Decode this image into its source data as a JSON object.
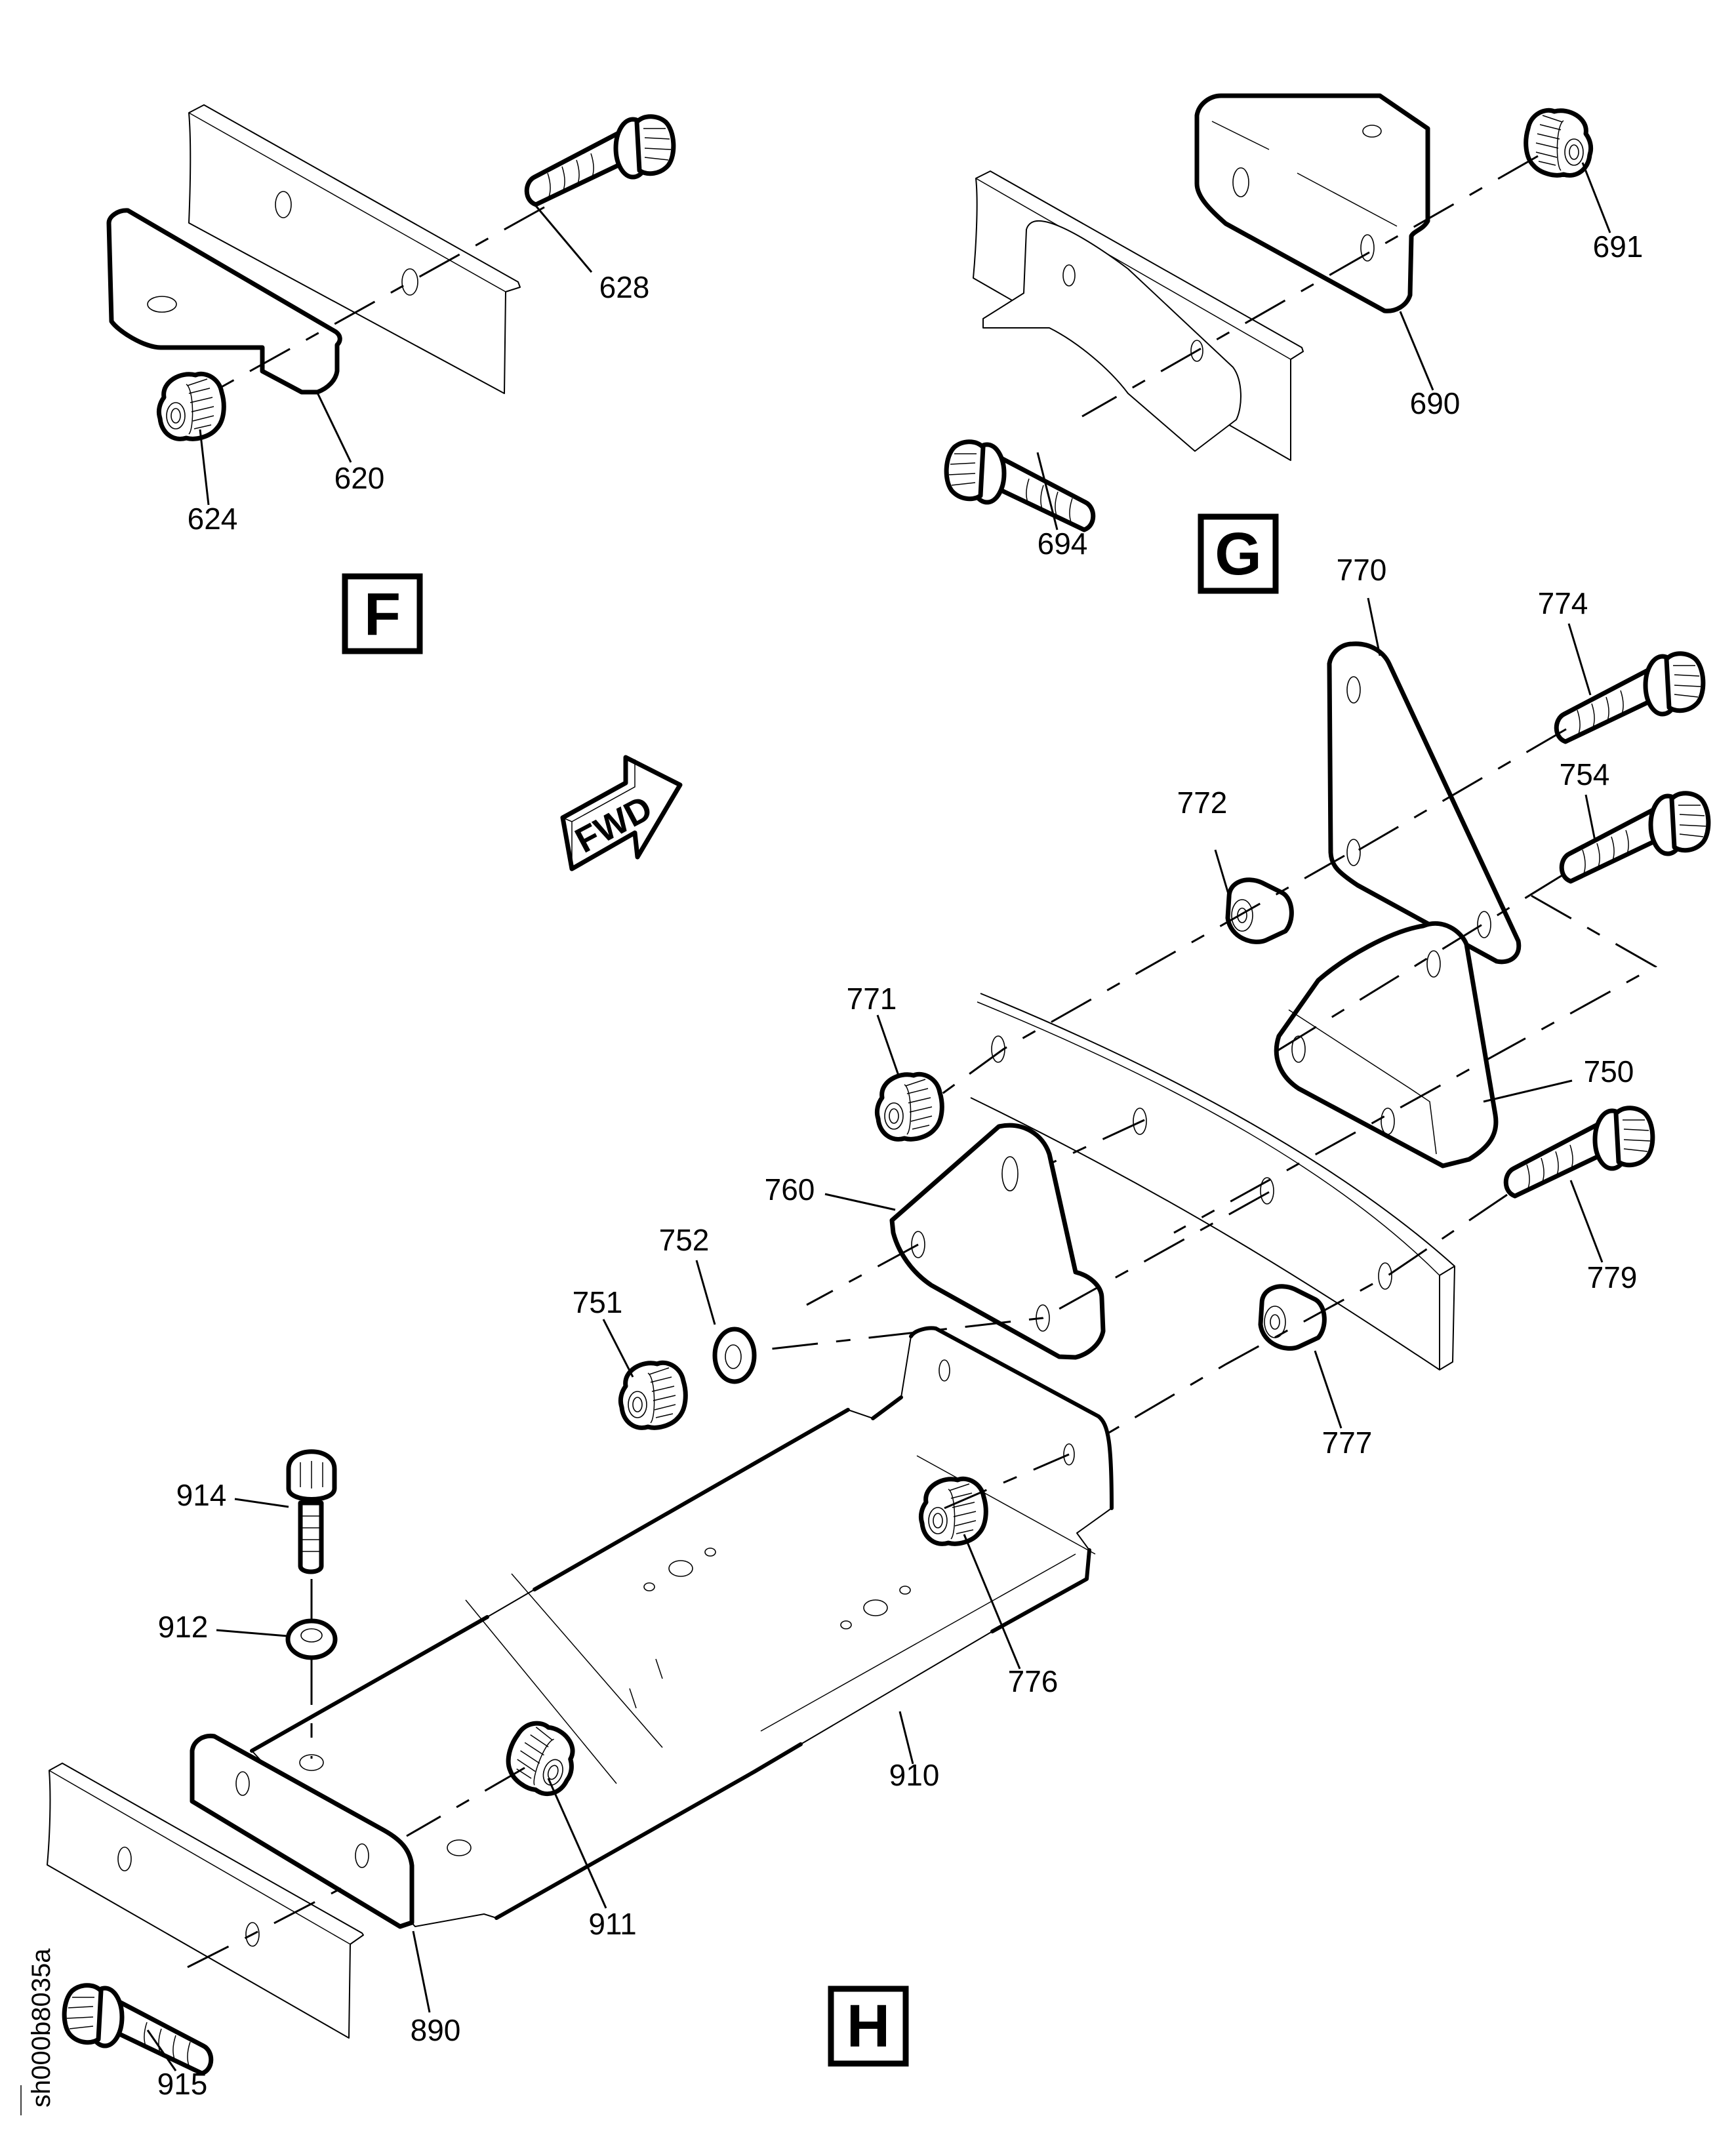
{
  "diagram": {
    "title": "Exploded parts view",
    "document_id": "sh000b8035a",
    "direction_indicator": "FWD",
    "sections": [
      {
        "id": "F",
        "label": "F"
      },
      {
        "id": "G",
        "label": "G"
      },
      {
        "id": "H",
        "label": "H"
      }
    ],
    "callouts": {
      "620": "620",
      "624": "624",
      "628": "628",
      "690": "690",
      "691": "691",
      "694": "694",
      "750": "750",
      "751": "751",
      "752": "752",
      "754": "754",
      "760": "760",
      "770": "770",
      "771": "771",
      "772": "772",
      "774": "774",
      "776": "776",
      "777": "777",
      "779": "779",
      "890": "890",
      "910": "910",
      "911": "911",
      "912": "912",
      "914": "914",
      "915": "915"
    }
  }
}
